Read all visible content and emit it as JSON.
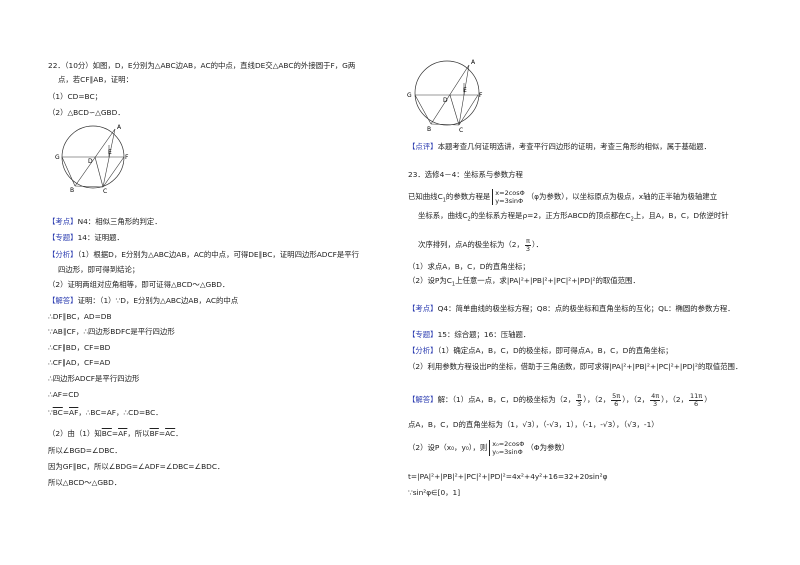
{
  "left": {
    "q22_line1": "22．（10分）如图，D，E分别为△ABC边AB，AC的中点，直线DE交△ABC的外接圆于F，G两",
    "q22_line2": "点，若CF∥AB，证明：",
    "q22_p1": "（1）CD=BC；",
    "q22_p2": "（2）△BCD∽△GBD．",
    "kaodian_tag": "【考点】",
    "kaodian_text": "N4：相似三角形的判定．",
    "zhuanti_tag": "【专题】",
    "zhuanti_text": "14：证明题．",
    "fenxi_tag": "【分析】",
    "fenxi_1": "（1）根据D，E分别为△ABC边AB，AC的中点，可得DE∥BC，证明四边形ADCF是平行",
    "fenxi_1b": "四边形，即可得到结论；",
    "fenxi_2": "（2）证明两组对应角相等，即可证得△BCD～△GBD．",
    "jieda_tag": "【解答】",
    "jieda_1": "证明：（1）∵D，E分别为△ABC边AB，AC的中点",
    "s1": "∴DF∥BC，AD=DB",
    "s2": "∵AB∥CF，∴四边形BDFC是平行四边形",
    "s3": "∴CF∥BD，CF=BD",
    "s4": "∴CF∥AD，CF=AD",
    "s5": "∴四边形ADCF是平行四边形",
    "s6": "∴AF=CD",
    "s7_a": "∵",
    "s7_arc1": "BC",
    "s7_eq": "=",
    "s7_arc2": "AF",
    "s7_b": "，∴BC=AF，∴CD=BC．",
    "s8_a": "（2）由（1）知",
    "s8_arc1": "BC",
    "s8_eq": "=",
    "s8_arc2": "AF",
    "s8_b": "，所以",
    "s8_arc3": "BF",
    "s8_eq2": "=",
    "s8_arc4": "AC",
    "s8_c": "．",
    "s9": "所以∠BGD=∠DBC．",
    "s10": "因为GF∥BC，所以∠BDG=∠ADF=∠DBC=∠BDC．",
    "s11": "所以△BCD～△GBD．"
  },
  "right": {
    "dianping_tag": "【点评】",
    "dianping_text": "本题考查几何证明选讲，考查平行四边形的证明，考查三角形的相似，属于基础题．",
    "q23_title": "23．选修4－4：坐标系与参数方程",
    "q23_l1a": "已知曲线C",
    "q23_l1sub": "1",
    "q23_l1b": "的参数方程是",
    "q23_sys1": "x=2cosΦ",
    "q23_sys2": "y=3sinΦ",
    "q23_l1c": "（φ为参数），以坐标原点为极点，x轴的正半轴为极轴建立",
    "q23_l2a": "坐标系，曲线C",
    "q23_l2sub": "2",
    "q23_l2b": "的坐标系方程是ρ=2，正方形ABCD的顶点都在C",
    "q23_l2sub2": "2",
    "q23_l2c": "上，且A，B，C，D依逆时针",
    "q23_l3a": "次序排列，点A的极坐标为（2，",
    "q23_l3num": "π",
    "q23_l3den": "3",
    "q23_l3b": "）．",
    "q23_p1": "（1）求点A，B，C，D的直角坐标；",
    "q23_p2a": "（2）设P为C",
    "q23_p2sub": "1",
    "q23_p2b": "上任意一点，求|PA|²+|PB|²+|PC|²+|PD|²的取值范围．",
    "kaodian_tag": "【考点】",
    "kaodian_text": "Q4：简单曲线的极坐标方程；Q8：点的极坐标和直角坐标的互化；QL：椭圆的参数方程．",
    "zhuanti_tag": "【专题】",
    "zhuanti_text": "15：综合题；16：压轴题．",
    "fenxi_tag": "【分析】",
    "fenxi_1": "（1）确定点A，B，C，D的极坐标，即可得点A，B，C，D的直角坐标；",
    "fenxi_2": "（2）利用参数方程设出P的坐标，借助于三角函数，即可求得|PA|²+|PB|²+|PC|²+|PD|²的取值范围．",
    "jieda_tag": "【解答】",
    "jieda_a": "解：（1）点A，B，C，D的极坐标为（2，",
    "f1n": "π",
    "f1d": "3",
    "jieda_b": "），（2，",
    "f2n": "5π",
    "f2d": "6",
    "jieda_c": "），（2，",
    "f3n": "4π",
    "f3d": "3",
    "jieda_d": "），（2，",
    "f4n": "11π",
    "f4d": "6",
    "jieda_e": "）",
    "rect_line": "点A，B，C，D的直角坐标为（1，√3），（-√3，1），（-1，-√3），（√3，-1）",
    "p2_a": "（2）设P（x₀，y₀），则",
    "p2_sys1": "x₀=2cosΦ",
    "p2_sys2": "y₀=3sinΦ",
    "p2_b": "（Φ为参数）",
    "t_line": "t=|PA|²+|PB|²+|PC|²+|PD|²=4x²+4y²+16=32+20sin²φ",
    "last_line": "∵sin²φ∈[0，1]"
  },
  "figure": {
    "labels": [
      "A",
      "G",
      "D",
      "E",
      "F",
      "B",
      "C"
    ]
  }
}
